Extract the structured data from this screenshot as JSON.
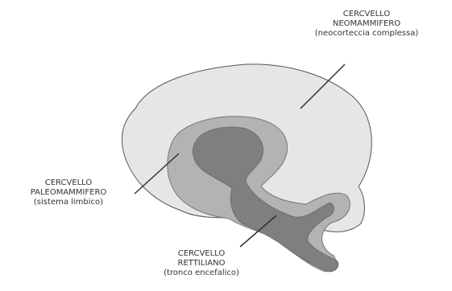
{
  "labels": {
    "neomammifero": {
      "line1": "CERCVELLO",
      "line2": "NEOMAMMIFERO",
      "line3": "(neocorteccia complessa)"
    },
    "paleomammifero": {
      "line1": "CERCVELLO",
      "line2": "PALEOMAMMIFERO",
      "line3": "(sistema limbico)"
    },
    "rettiliano": {
      "line1": "CERCVELLO",
      "line2": "RETTILIANO",
      "line3": "(tronco encefalico)"
    }
  },
  "colors": {
    "neomammifero_fill": "#e6e6e6",
    "paleomammifero_fill": "#b3b3b3",
    "rettiliano_fill": "#7f7f7f",
    "outline": "#555555",
    "leader_line": "#333333",
    "label_text": "#333333"
  }
}
